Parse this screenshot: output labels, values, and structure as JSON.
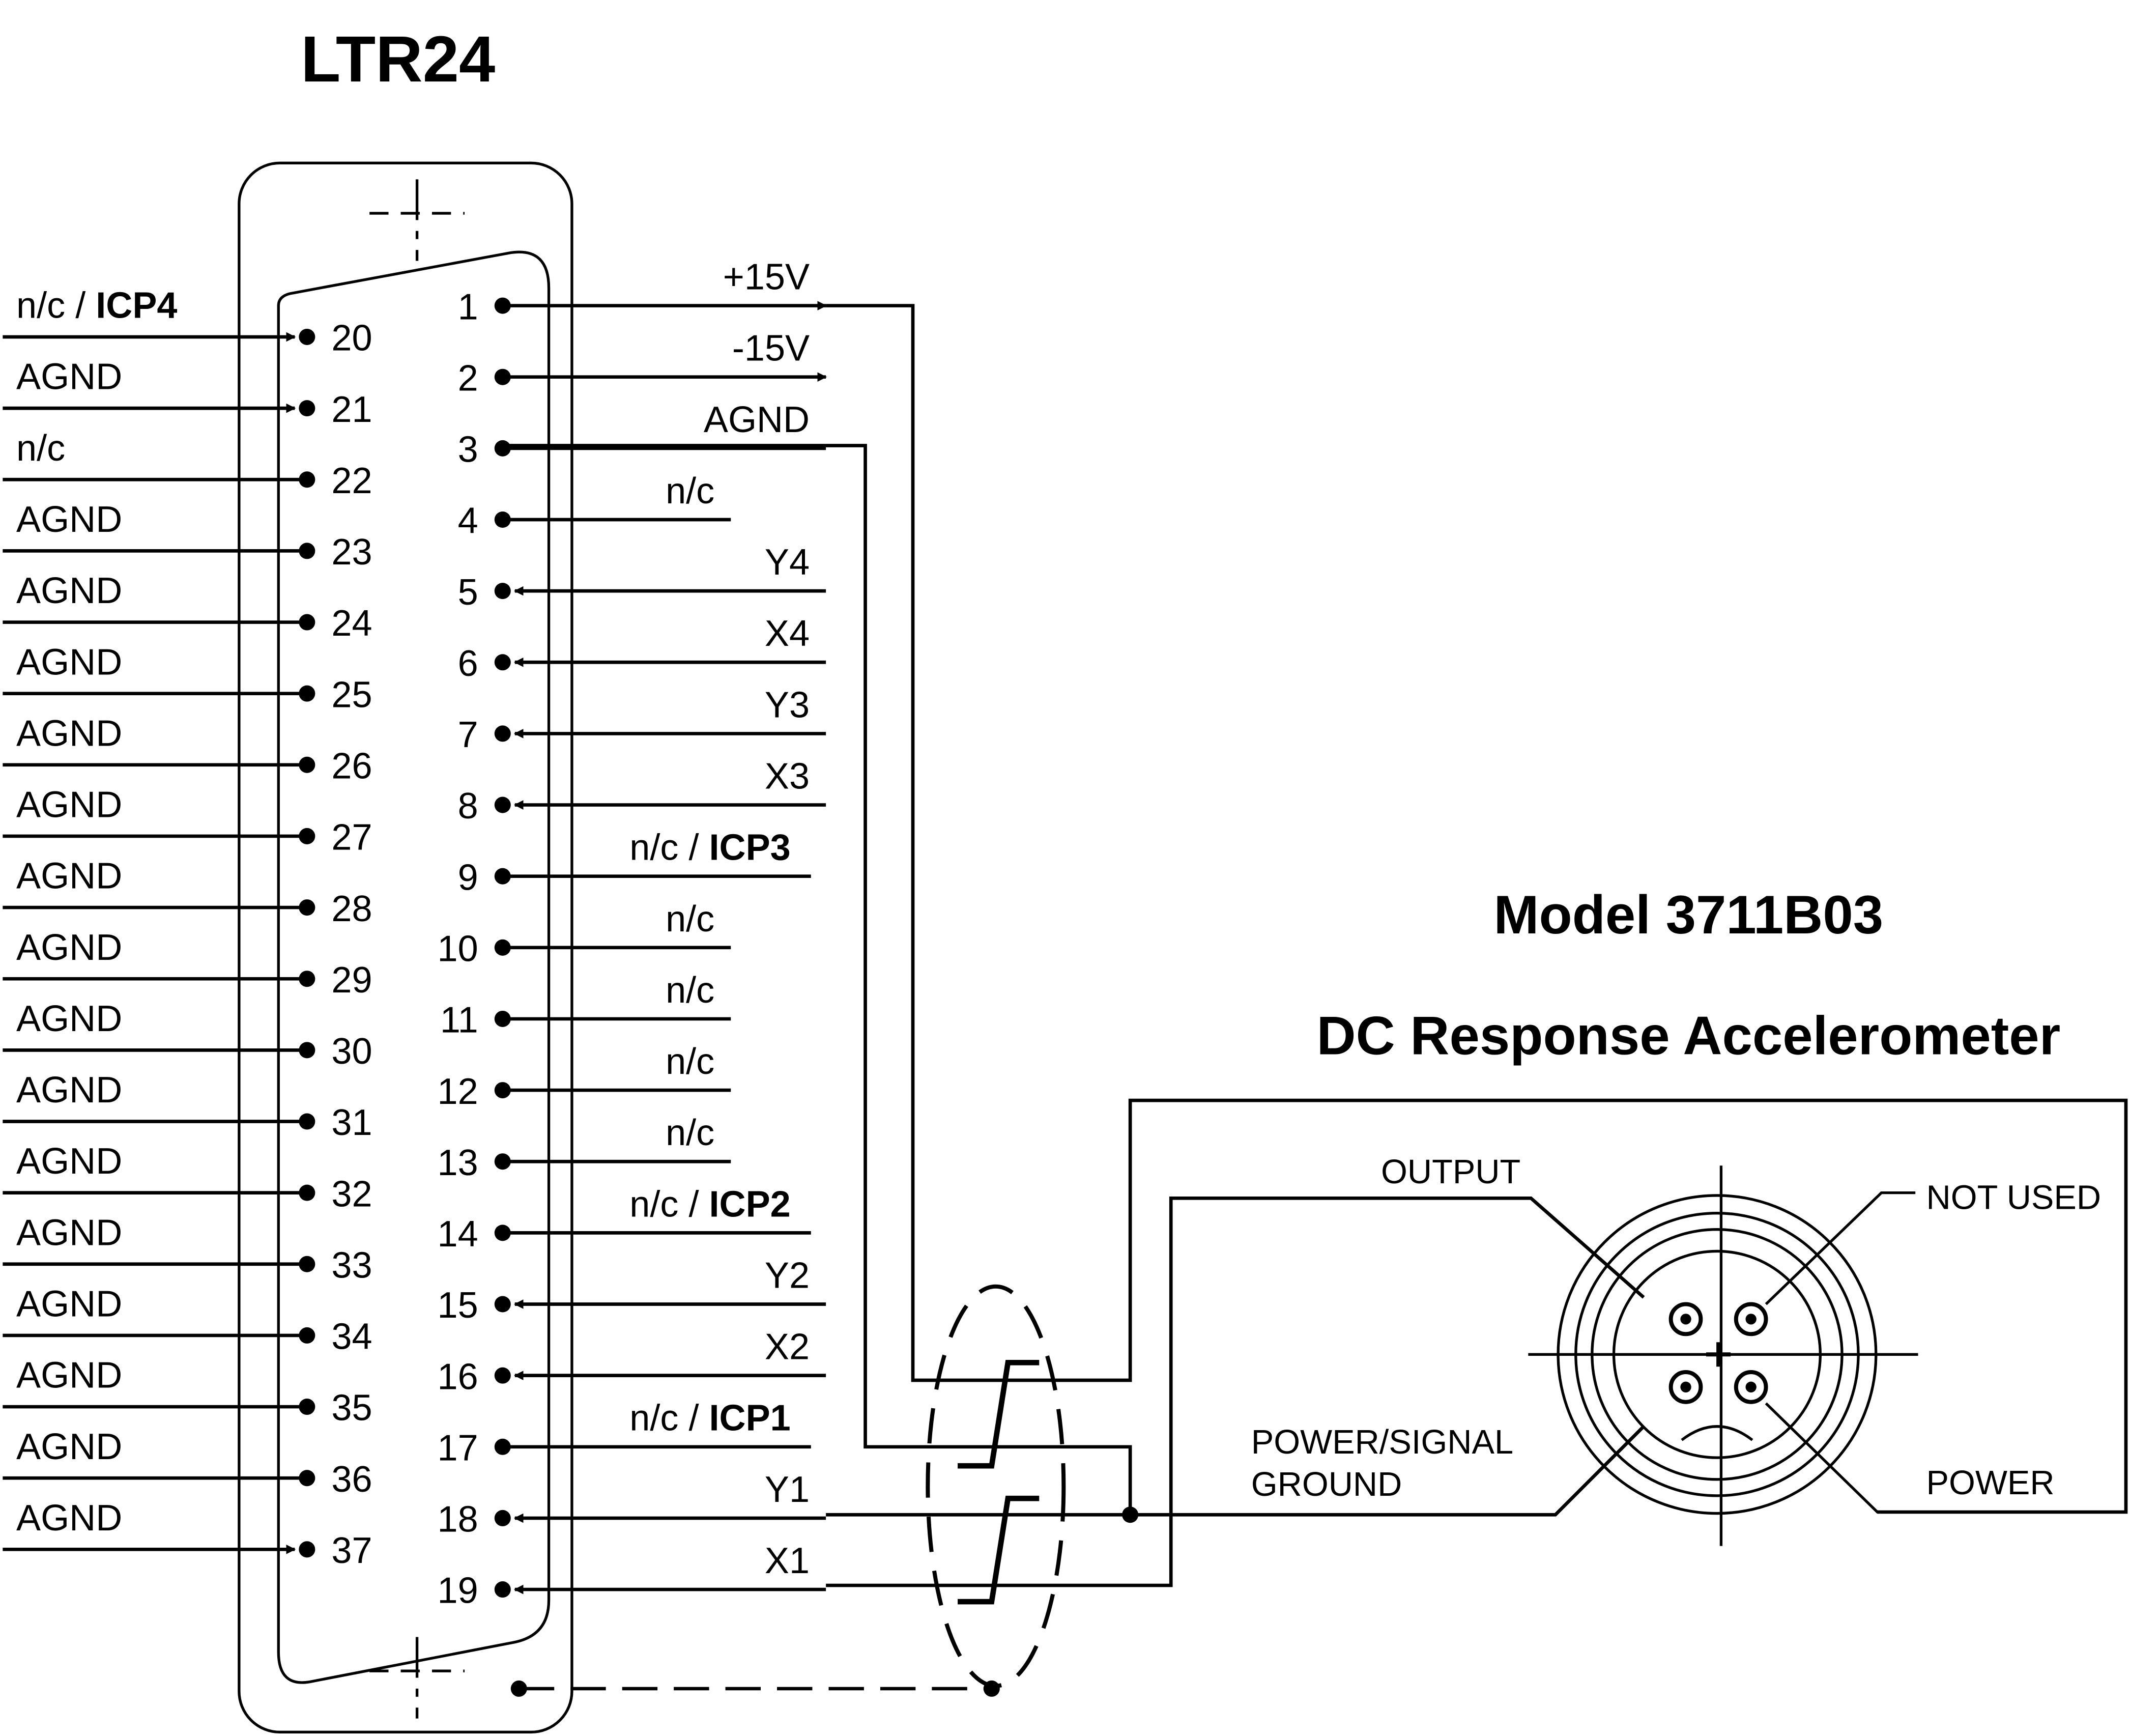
{
  "connector": {
    "title": "LTR24",
    "right_pins": [
      {
        "num": "1",
        "label": "+15V",
        "dir": "out"
      },
      {
        "num": "2",
        "label": "-15V",
        "dir": "out"
      },
      {
        "num": "3",
        "label": "AGND",
        "dir": "none"
      },
      {
        "num": "4",
        "label": "n/c",
        "dir": "none"
      },
      {
        "num": "5",
        "label": "Y4",
        "dir": "in"
      },
      {
        "num": "6",
        "label": "X4",
        "dir": "in"
      },
      {
        "num": "7",
        "label": "Y3",
        "dir": "in"
      },
      {
        "num": "8",
        "label": "X3",
        "dir": "in"
      },
      {
        "num": "9",
        "label": "n/c / ",
        "bold": "ICP3",
        "dir": "none"
      },
      {
        "num": "10",
        "label": "n/c",
        "dir": "none"
      },
      {
        "num": "11",
        "label": "n/c",
        "dir": "none"
      },
      {
        "num": "12",
        "label": "n/c",
        "dir": "none"
      },
      {
        "num": "13",
        "label": "n/c",
        "dir": "none"
      },
      {
        "num": "14",
        "label": "n/c / ",
        "bold": "ICP2",
        "dir": "none"
      },
      {
        "num": "15",
        "label": "Y2",
        "dir": "in"
      },
      {
        "num": "16",
        "label": "X2",
        "dir": "in"
      },
      {
        "num": "17",
        "label": "n/c / ",
        "bold": "ICP1",
        "dir": "none"
      },
      {
        "num": "18",
        "label": "Y1",
        "dir": "in"
      },
      {
        "num": "19",
        "label": "X1",
        "dir": "in"
      }
    ],
    "left_pins": [
      {
        "num": "20",
        "label": "n/c / ",
        "bold": "ICP4",
        "dir": "in"
      },
      {
        "num": "21",
        "label": "AGND",
        "dir": "in"
      },
      {
        "num": "22",
        "label": "n/c",
        "dir": "none"
      },
      {
        "num": "23",
        "label": "AGND",
        "dir": "none"
      },
      {
        "num": "24",
        "label": "AGND",
        "dir": "none"
      },
      {
        "num": "25",
        "label": "AGND",
        "dir": "none"
      },
      {
        "num": "26",
        "label": "AGND",
        "dir": "none"
      },
      {
        "num": "27",
        "label": "AGND",
        "dir": "none"
      },
      {
        "num": "28",
        "label": "AGND",
        "dir": "none"
      },
      {
        "num": "29",
        "label": "AGND",
        "dir": "none"
      },
      {
        "num": "30",
        "label": "AGND",
        "dir": "none"
      },
      {
        "num": "31",
        "label": "AGND",
        "dir": "none"
      },
      {
        "num": "32",
        "label": "AGND",
        "dir": "none"
      },
      {
        "num": "33",
        "label": "AGND",
        "dir": "none"
      },
      {
        "num": "34",
        "label": "AGND",
        "dir": "none"
      },
      {
        "num": "35",
        "label": "AGND",
        "dir": "none"
      },
      {
        "num": "36",
        "label": "AGND",
        "dir": "none"
      },
      {
        "num": "37",
        "label": "AGND",
        "dir": "in"
      }
    ]
  },
  "sensor": {
    "title_line1": "Model 3711B03",
    "title_line2": "DC Response Accelerometer",
    "label_output": "OUTPUT",
    "label_not_used": "NOT USED",
    "label_ground_line1": "POWER/SIGNAL",
    "label_ground_line2": "GROUND",
    "label_power": "POWER"
  }
}
